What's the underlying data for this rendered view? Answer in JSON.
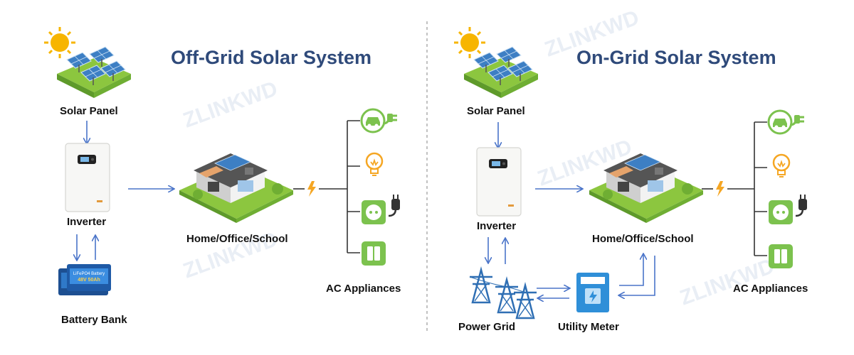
{
  "watermark": "ZLINKWD",
  "off_grid": {
    "title": "Off-Grid Solar System",
    "solar_panel": "Solar Panel",
    "inverter": "Inverter",
    "battery_bank": "Battery Bank",
    "home": "Home/Office/School",
    "ac_appliances": "AC Appliances",
    "battery_label": "LiFePO4 Battery",
    "battery_spec": "48V 50Ah"
  },
  "on_grid": {
    "title": "On-Grid Solar System",
    "solar_panel": "Solar Panel",
    "inverter": "Inverter",
    "home": "Home/Office/School",
    "ac_appliances": "AC Appliances",
    "power_grid": "Power Grid",
    "utility_meter": "Utility Meter"
  },
  "colors": {
    "title": "#2f4a7a",
    "arrow": "#4a74c9",
    "appliance_green": "#7cc24e",
    "bolt": "#f5a623",
    "sun": "#f7b500",
    "panel": "#3d7fc4",
    "grass": "#8cc63f",
    "pylon": "#2f6fb4"
  },
  "icons": [
    "sun-icon",
    "solar-panel-icon",
    "inverter-icon",
    "battery-icon",
    "house-icon",
    "ev-charger-icon",
    "light-bulb-icon",
    "power-socket-icon",
    "plug-icon",
    "switch-icon",
    "lightning-bolt-icon",
    "power-grid-icon",
    "utility-meter-icon"
  ]
}
